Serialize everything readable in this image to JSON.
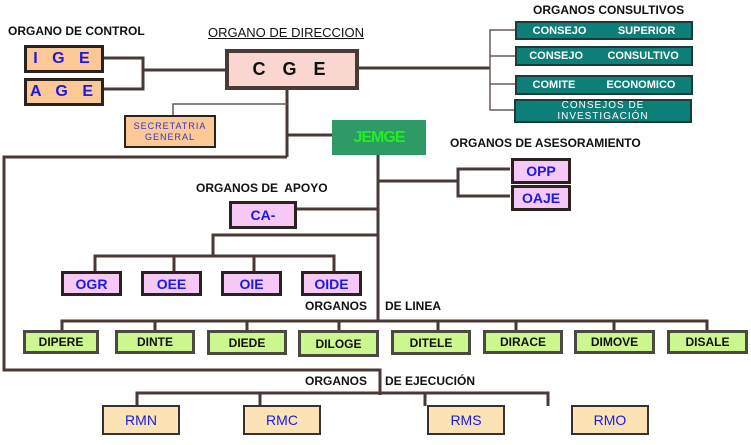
{
  "headings": {
    "control": "ORGANO DE CONTROL",
    "direccion": "ORGANO DE DIRECCION",
    "consultivos": "ORGANOS CONSULTIVOS",
    "asesoramiento": "ORGANOS DE ASESORAMIENTO",
    "apoyo": "ORGANOS DE  APOYO",
    "linea_left": "ORGANOS",
    "linea_right": "DE LINEA",
    "ejecucion_left": "ORGANOS",
    "ejecucion_right": "DE EJECUCIÓN"
  },
  "control": [
    "I G E",
    "A G E"
  ],
  "direccion": "C G E",
  "consultivos": [
    {
      "left": "CONSEJO",
      "right": "SUPERIOR"
    },
    {
      "left": "CONSEJO",
      "right": "CONSULTIVO"
    },
    {
      "left": "COMITE",
      "right": "ECONOMICO"
    },
    {
      "left": "CONSEJOS DE INVESTIGACIÓN",
      "right": ""
    }
  ],
  "secretaria": {
    "line1": "SECRETATRIA",
    "line2": "GENERAL"
  },
  "jemge": "JEMGE",
  "asesoramiento": [
    "OPP",
    "OAJE"
  ],
  "apoyo": {
    "head": "CA-",
    "units": [
      "OGR",
      "OEE",
      "OIE",
      "OIDE"
    ]
  },
  "linea": [
    "DIPERE",
    "DINTE",
    "DIEDE",
    "DILOGE",
    "DITELE",
    "DIRACE",
    "DIMOVE",
    "DISALE"
  ],
  "ejecucion": [
    "RMN",
    "RMC",
    "RMS",
    "RMO"
  ],
  "colors": {
    "line": "#4a3a36",
    "control_fill": "#fcc896",
    "cge_fill": "#f9d6d0",
    "consultivo_fill": "#0e7e78",
    "jemge_fill": "#2e9a66",
    "jemge_text": "#22ee22",
    "apoyo_fill": "#f6c8f6",
    "linea_fill": "#ccf78e",
    "ejecucion_fill": "#fbe3b6",
    "unit_text": "#1a1ae0"
  }
}
